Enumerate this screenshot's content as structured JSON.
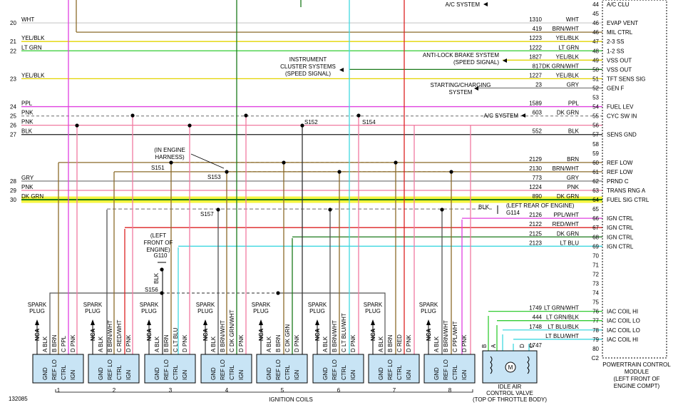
{
  "pcm": {
    "title_lines": [
      "POWERTRAIN CONTROL",
      "MODULE",
      "(LEFT FRONT OF",
      "ENGINE COMPT)"
    ],
    "pins": [
      {
        "pin": "44",
        "name": "A/C CLU"
      },
      {
        "pin": "45",
        "name": ""
      },
      {
        "pin": "46",
        "name": "EVAP VENT"
      },
      {
        "pin": "46",
        "name": "MIL CTRL"
      },
      {
        "pin": "47",
        "name": "2-3 SS"
      },
      {
        "pin": "48",
        "name": "1-2 SS"
      },
      {
        "pin": "49",
        "name": "VSS OUT"
      },
      {
        "pin": "50",
        "name": "VSS OUT"
      },
      {
        "pin": "51",
        "name": "TFT SENS SIG"
      },
      {
        "pin": "52",
        "name": "GEN F"
      },
      {
        "pin": "53",
        "name": ""
      },
      {
        "pin": "54",
        "name": "FUEL LEV"
      },
      {
        "pin": "55",
        "name": "CYC SW IN"
      },
      {
        "pin": "56",
        "name": ""
      },
      {
        "pin": "57",
        "name": "SENS GND"
      },
      {
        "pin": "58",
        "name": ""
      },
      {
        "pin": "59",
        "name": ""
      },
      {
        "pin": "60",
        "name": "REF LOW"
      },
      {
        "pin": "61",
        "name": "REF LOW"
      },
      {
        "pin": "62",
        "name": "PRND C"
      },
      {
        "pin": "63",
        "name": "TRANS RNG A"
      },
      {
        "pin": "64",
        "name": "FUEL SIG CTRL"
      },
      {
        "pin": "65",
        "name": ""
      },
      {
        "pin": "66",
        "name": "IGN CTRL"
      },
      {
        "pin": "67",
        "name": "IGN CTRL"
      },
      {
        "pin": "68",
        "name": "IGN CTRL"
      },
      {
        "pin": "69",
        "name": "IGN CTRL"
      },
      {
        "pin": "70",
        "name": ""
      },
      {
        "pin": "71",
        "name": ""
      },
      {
        "pin": "72",
        "name": ""
      },
      {
        "pin": "73",
        "name": ""
      },
      {
        "pin": "74",
        "name": ""
      },
      {
        "pin": "75",
        "name": ""
      },
      {
        "pin": "76",
        "name": "IAC COIL HI"
      },
      {
        "pin": "77",
        "name": "IAC COIL LO"
      },
      {
        "pin": "78",
        "name": "IAC COIL LO"
      },
      {
        "pin": "79",
        "name": "IAC COIL HI"
      },
      {
        "pin": "80",
        "name": ""
      },
      {
        "pin": "C2",
        "name": ""
      }
    ]
  },
  "rows": [
    {
      "row": "",
      "circuit": "",
      "color": "",
      "wire": ""
    },
    {
      "row": "",
      "circuit": "",
      "color": "",
      "wire": ""
    },
    {
      "row": "20",
      "circuit": "1310",
      "color": "WHT",
      "wire": "#cfcfcf"
    },
    {
      "row": "",
      "circuit": "419",
      "color": "BRN/WHT",
      "wire": "#8b6b2a"
    },
    {
      "row": "21",
      "circuit": "1223",
      "color": "YEL/BLK",
      "wire": "#e3d400"
    },
    {
      "row": "22",
      "circuit": "1222",
      "color": "LT GRN",
      "wire": "#33cc33"
    },
    {
      "row": "",
      "circuit": "1827",
      "color": "YEL/BLK",
      "wire": "#e3d400"
    },
    {
      "row": "",
      "circuit": "817",
      "color": "DK GRN/WHT",
      "wire": "#1a7a1a"
    },
    {
      "row": "23",
      "circuit": "1227",
      "color": "YEL/BLK",
      "wire": "#e3d400"
    },
    {
      "row": "",
      "circuit": "23",
      "color": "GRY",
      "wire": "#888888"
    },
    {
      "row": "",
      "circuit": "",
      "color": "",
      "wire": ""
    },
    {
      "row": "24",
      "circuit": "1589",
      "color": "PPL",
      "wire": "#e040e0"
    },
    {
      "row": "25",
      "circuit": "603",
      "color": "DK GRN",
      "wire": "#888888"
    },
    {
      "row": "26",
      "circuit": "",
      "color": "",
      "wire": "#f07aa0"
    },
    {
      "row": "27",
      "circuit": "552",
      "color": "BLK",
      "wire": "#333333"
    },
    {
      "row": "",
      "circuit": "",
      "color": "",
      "wire": ""
    },
    {
      "row": "",
      "circuit": "",
      "color": "",
      "wire": ""
    },
    {
      "row": "",
      "circuit": "2129",
      "color": "BRN",
      "wire": "#8b6b2a"
    },
    {
      "row": "",
      "circuit": "2130",
      "color": "BRN/WHT",
      "wire": "#8b6b2a"
    },
    {
      "row": "28",
      "circuit": "773",
      "color": "GRY",
      "wire": "#888888"
    },
    {
      "row": "29",
      "circuit": "1224",
      "color": "PNK",
      "wire": "#f07aa0"
    },
    {
      "row": "30",
      "circuit": "890",
      "color": "DK GRN",
      "wire": "#1a7a1a"
    },
    {
      "row": "",
      "circuit": "",
      "color": "",
      "wire": ""
    },
    {
      "row": "",
      "circuit": "2126",
      "color": "PPL/WHT",
      "wire": "#e040e0"
    },
    {
      "row": "",
      "circuit": "2122",
      "color": "RED/WHT",
      "wire": "#dd2222"
    },
    {
      "row": "",
      "circuit": "2125",
      "color": "DK GRN",
      "wire": "#1a7a1a"
    },
    {
      "row": "",
      "circuit": "2123",
      "color": "LT BLU",
      "wire": "#40d8e0"
    },
    {
      "row": "",
      "circuit": "",
      "color": "",
      "wire": ""
    },
    {
      "row": "",
      "circuit": "",
      "color": "",
      "wire": ""
    },
    {
      "row": "",
      "circuit": "",
      "color": "",
      "wire": ""
    },
    {
      "row": "",
      "circuit": "",
      "color": "",
      "wire": ""
    },
    {
      "row": "",
      "circuit": "",
      "color": "",
      "wire": ""
    },
    {
      "row": "",
      "circuit": "",
      "color": "",
      "wire": ""
    },
    {
      "row": "",
      "circuit": "1749",
      "color": "LT GRN/WHT",
      "wire": "#33cc33"
    },
    {
      "row": "",
      "circuit": "444",
      "color": "LT GRN/BLK",
      "wire": "#33cc33"
    },
    {
      "row": "",
      "circuit": "1748",
      "color": "LT BLU/BLK",
      "wire": "#40d8e0"
    },
    {
      "row": "",
      "circuit": "",
      "color": "LT BLU/WHT",
      "wire": "#40d8e0"
    },
    {
      "row": "",
      "circuit": "1747",
      "color": "",
      "wire": ""
    },
    {
      "row": "",
      "circuit": "",
      "color": "",
      "wire": ""
    }
  ],
  "left_labels": [
    {
      "row": 2,
      "text": "WHT"
    },
    {
      "row": 4,
      "text": "YEL/BLK"
    },
    {
      "row": 5,
      "text": "LT GRN"
    },
    {
      "row": 8,
      "text": "YEL/BLK"
    },
    {
      "row": 11,
      "text": "PPL"
    },
    {
      "row": 12,
      "text": "PNK"
    },
    {
      "row": 13,
      "text": "PNK"
    },
    {
      "row": 14,
      "text": "BLK"
    },
    {
      "row": 19,
      "text": "GRY"
    },
    {
      "row": 20,
      "text": "PNK"
    },
    {
      "row": 21,
      "text": "DK GRN"
    }
  ],
  "callouts": {
    "ac_system_top": "A/C SYSTEM",
    "instrument_lines": [
      "INSTRUMENT",
      "CLUSTER SYSTEMS",
      "(SPEED SIGNAL)"
    ],
    "abs_lines": [
      "ANTI-LOCK BRAKE SYSTEM",
      "(SPEED SIGNAL)"
    ],
    "charging_lines": [
      "STARTING/CHARGING",
      "SYSTEM"
    ],
    "ac_system_55": "A/C SYSTEM",
    "in_engine_lines": [
      "(IN ENGINE",
      "HARNESS)"
    ],
    "left_rear": "(LEFT REAR OF ENGINE)",
    "left_rear_blk": "BLK",
    "left_front_lines": [
      "(LEFT",
      "FRONT OF",
      "ENGINE)"
    ],
    "g110": "G110",
    "g114": "G114",
    "blk_vertical": "BLK"
  },
  "splices": {
    "s151": "S151",
    "s152": "S152",
    "s153": "S153",
    "s154": "S154",
    "s156": "S156",
    "s157": "S157"
  },
  "coils": {
    "spark_plug_lines": [
      "SPARK",
      "PLUG"
    ],
    "nca": "NCA",
    "units": [
      {
        "num": "1",
        "wires": [
          "A BLK",
          "B BRN",
          "C PPL",
          "D PNK"
        ],
        "pins": [
          "GND",
          "REF LO",
          "CTRL",
          "IGN"
        ]
      },
      {
        "num": "2",
        "wires": [
          "A BLK",
          "B BRN/WHT",
          "C RED/WHT",
          "D PNK"
        ],
        "pins": [
          "GND",
          "REF LO",
          "CTRL",
          "IGN"
        ]
      },
      {
        "num": "3",
        "wires": [
          "A BLK",
          "B BRN",
          "C LT BLU",
          "D PNK"
        ],
        "pins": [
          "GND",
          "REF LO",
          "CTRL",
          "IGN"
        ]
      },
      {
        "num": "4",
        "wires": [
          "A BLK",
          "B BRN/WHT",
          "C DK GRN/WHT",
          "D PNK"
        ],
        "pins": [
          "GND",
          "REF LO",
          "CTRL",
          "IGN"
        ]
      },
      {
        "num": "5",
        "wires": [
          "A BLK",
          "B BRN",
          "C DK GRN",
          "D PNK"
        ],
        "pins": [
          "GND",
          "REF LO",
          "CTRL",
          "IGN"
        ]
      },
      {
        "num": "6",
        "wires": [
          "A BLK",
          "B BRN/WHT",
          "C LT BLU/WHT",
          "D PNK"
        ],
        "pins": [
          "GND",
          "REF LO",
          "CTRL",
          "IGN"
        ]
      },
      {
        "num": "7",
        "wires": [
          "A BLK",
          "B BRN",
          "C RED",
          "D PNK"
        ],
        "pins": [
          "GND",
          "REF LO",
          "CTRL",
          "IGN"
        ]
      },
      {
        "num": "8",
        "wires": [
          "A BLK",
          "B BRN/WHT",
          "C PPL/WHT",
          "D PNK"
        ],
        "pins": [
          "GND",
          "REF LO",
          "CTRL",
          "IGN"
        ]
      }
    ],
    "group_label": "IGNITION COILS"
  },
  "iac": {
    "pins": [
      "B",
      "A",
      "D",
      "C"
    ],
    "motor": "M",
    "label_lines": [
      "IDLE AIR",
      "CONTROL VALVE",
      "(TOP OF THROTTLE BODY)"
    ]
  },
  "figure_id": "132085"
}
